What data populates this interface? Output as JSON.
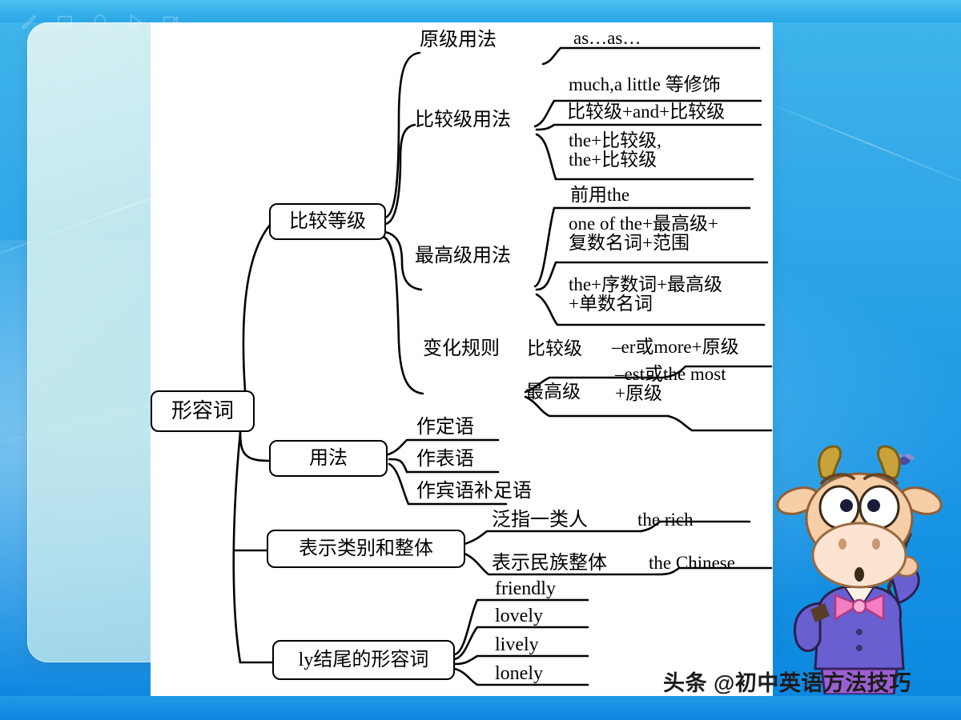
{
  "watermark": "头条 @初中英语方法技巧",
  "mindmap": {
    "type": "mindmap",
    "root": {
      "label": "形容词"
    },
    "branches": [
      {
        "label": "比较等级",
        "children": [
          {
            "label": "原级用法",
            "leaves": [
              {
                "label": "as…as…"
              }
            ]
          },
          {
            "label": "比较级用法",
            "leaves": [
              {
                "label": "much,a little 等修饰"
              },
              {
                "label": "比较级+and+比较级"
              },
              {
                "label": "the+比较级,\nthe+比较级"
              }
            ]
          },
          {
            "label": "最高级用法",
            "leaves": [
              {
                "label": "前用the"
              },
              {
                "label": "one of the+最高级+\n复数名词+范围"
              },
              {
                "label": "the+序数词+最高级\n+单数名词"
              }
            ]
          },
          {
            "label": "变化规则",
            "leaves": [
              {
                "label": "比较级",
                "value": "–er或more+原级"
              },
              {
                "label": "最高级",
                "value": "–est或the most\n+原级"
              }
            ]
          }
        ]
      },
      {
        "label": "用法",
        "children": [
          {
            "label": "作定语"
          },
          {
            "label": "作表语"
          },
          {
            "label": "作宾语补足语"
          }
        ]
      },
      {
        "label": "表示类别和整体",
        "children": [
          {
            "label": "泛指一类人",
            "value": "the rich"
          },
          {
            "label": "表示民族整体",
            "value": "the Chinese"
          }
        ]
      },
      {
        "label": "ly结尾的形容词",
        "children": [
          {
            "label": "friendly"
          },
          {
            "label": "lovely"
          },
          {
            "label": "lively"
          },
          {
            "label": "lonely"
          }
        ]
      }
    ]
  },
  "colors": {
    "desktop_blue": "#1f9ce6",
    "canvas": "#ffffff",
    "ink": "#000000",
    "panel": "#d6eeee"
  }
}
